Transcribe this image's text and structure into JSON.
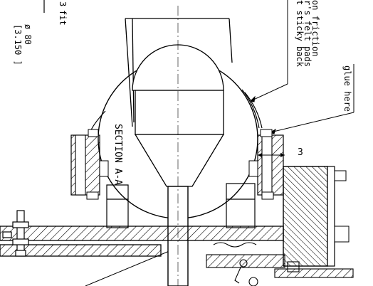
{
  "drawing": {
    "section_title": "SECTION A-A",
    "dimension_value": "3",
    "dim_fit_top": "3",
    "dim_fit_label": "fit",
    "dim_inch": "[3.150 ]",
    "dim_mm": "ø 80",
    "note_line1": "t sticky back",
    "note_line2": "r's felt pads",
    "note_line3": "on friction",
    "glue_label": "glue here"
  }
}
